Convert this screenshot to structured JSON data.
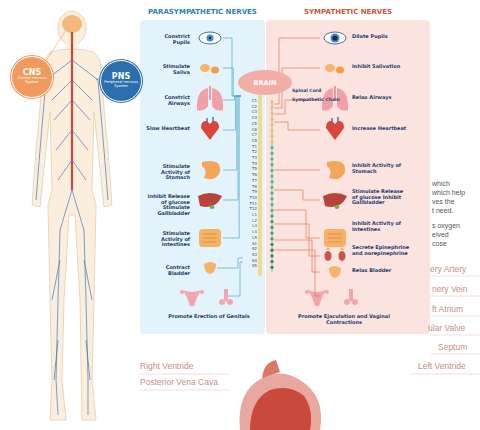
{
  "diagram": {
    "nodes": [
      {
        "text": [
          "CNS",
          "Central nervous System"
        ]
      },
      {
        "text": [
          "PNS",
          "Peripheral nervous System"
        ]
      },
      {
        "text": [
          "PARASYMPATHETIC NERVES"
        ]
      },
      {
        "text": [
          "BRAIN"
        ]
      },
      {
        "text": [
          "SYMPATHETIC NERVES"
        ]
      }
    ],
    "labels": [
      "Constrict Pupils",
      "Stimulate Saliva",
      "Constrict Airways",
      "Slow Heartbeat",
      "Stimulate Activity of Stomach",
      "Inhibit Release of glucose Stimulate Gallbladder",
      "Stimulate Activity of Intestines",
      "Contract Bladder",
      "Promote Erection of Genitals",
      "Dilate Pupils",
      "Inhibit Salivation",
      "Relax Airways",
      "Increase Heartbeat",
      "Inhibit Activity of Stomach",
      "Stimulate Release of glucose Inhibit Gallbladder",
      "Inhibit Activity of Intestines",
      "Secrete Epinephrine and norepinephrine",
      "Relax Bladder",
      "Promote Ejaculation and Vaginal Contractions",
      "Spinal Cord",
      "Sympathetic Chain",
      "C1",
      "C2",
      "C3",
      "C4",
      "C5",
      "C6",
      "C7",
      "C8",
      "T1",
      "T2",
      "T3",
      "T4",
      "T5",
      "T6",
      "T7",
      "T8",
      "T9",
      "T10",
      "T11",
      "T12",
      "L1",
      "L2",
      "L3",
      "L4",
      "L5",
      "S1",
      "S2",
      "S3",
      "S4",
      "S5",
      "which",
      "which help",
      "ves the",
      "t need.",
      "s oxygen",
      "eived",
      "cose",
      "ery Artery",
      "nery Vein",
      "ft Atrium",
      "ular Valve",
      "Septum",
      "Right Ventride",
      "Left Ventride",
      "Posterior Vena Cava"
    ]
  }
}
